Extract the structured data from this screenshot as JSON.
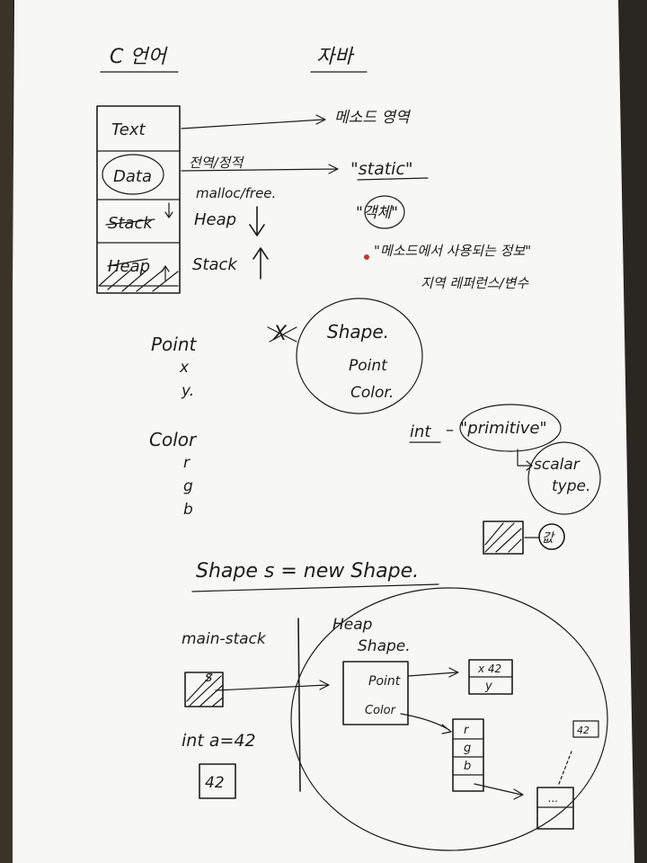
{
  "photo": {
    "background_color": "#2a2622",
    "paper_color": "#f7f7f5",
    "ink_color": "#1c1c1c"
  },
  "headings": {
    "c_language": "C 언어",
    "java": "자바"
  },
  "memory_layout": {
    "segments": [
      "Text",
      "Data",
      "Stack",
      "Heap"
    ],
    "annotations": {
      "global_static": "전역/정적",
      "malloc_free": "malloc/free.",
      "heap": "Heap",
      "stack": "Stack"
    }
  },
  "java_side": {
    "method_area": "메소드 영역",
    "static": "\"static\"",
    "object": "\"객체\"",
    "method_info": "\"메소드에서 사용되는 정보\"",
    "local_ref": "지역 레퍼런스/변수"
  },
  "classes": {
    "point": {
      "name": "Point",
      "fields": [
        "x",
        "y."
      ]
    },
    "color": {
      "name": "Color",
      "fields": [
        "r",
        "g",
        "b"
      ]
    },
    "shape": {
      "name": "Shape.",
      "fields": [
        "Point",
        "Color."
      ]
    },
    "crossed_mark": "X"
  },
  "primitive_note": {
    "int": "int",
    "dash": "–",
    "primitive": "\"primitive\"",
    "scalar": "scalar",
    "type": "type.",
    "sa": "값"
  },
  "code": {
    "statement": "Shape s = new Shape."
  },
  "bottom_diagram": {
    "main_stack": "main-stack",
    "heap": "Heap",
    "shape": "Shape.",
    "var_s": "s",
    "int_line": "int a=42",
    "value_42": "42",
    "point": "Point",
    "color": "Color",
    "x_val": "x 42",
    "y": "y",
    "rgb": [
      "r",
      "g",
      "b"
    ],
    "dots": "...",
    "box_42": "42"
  }
}
